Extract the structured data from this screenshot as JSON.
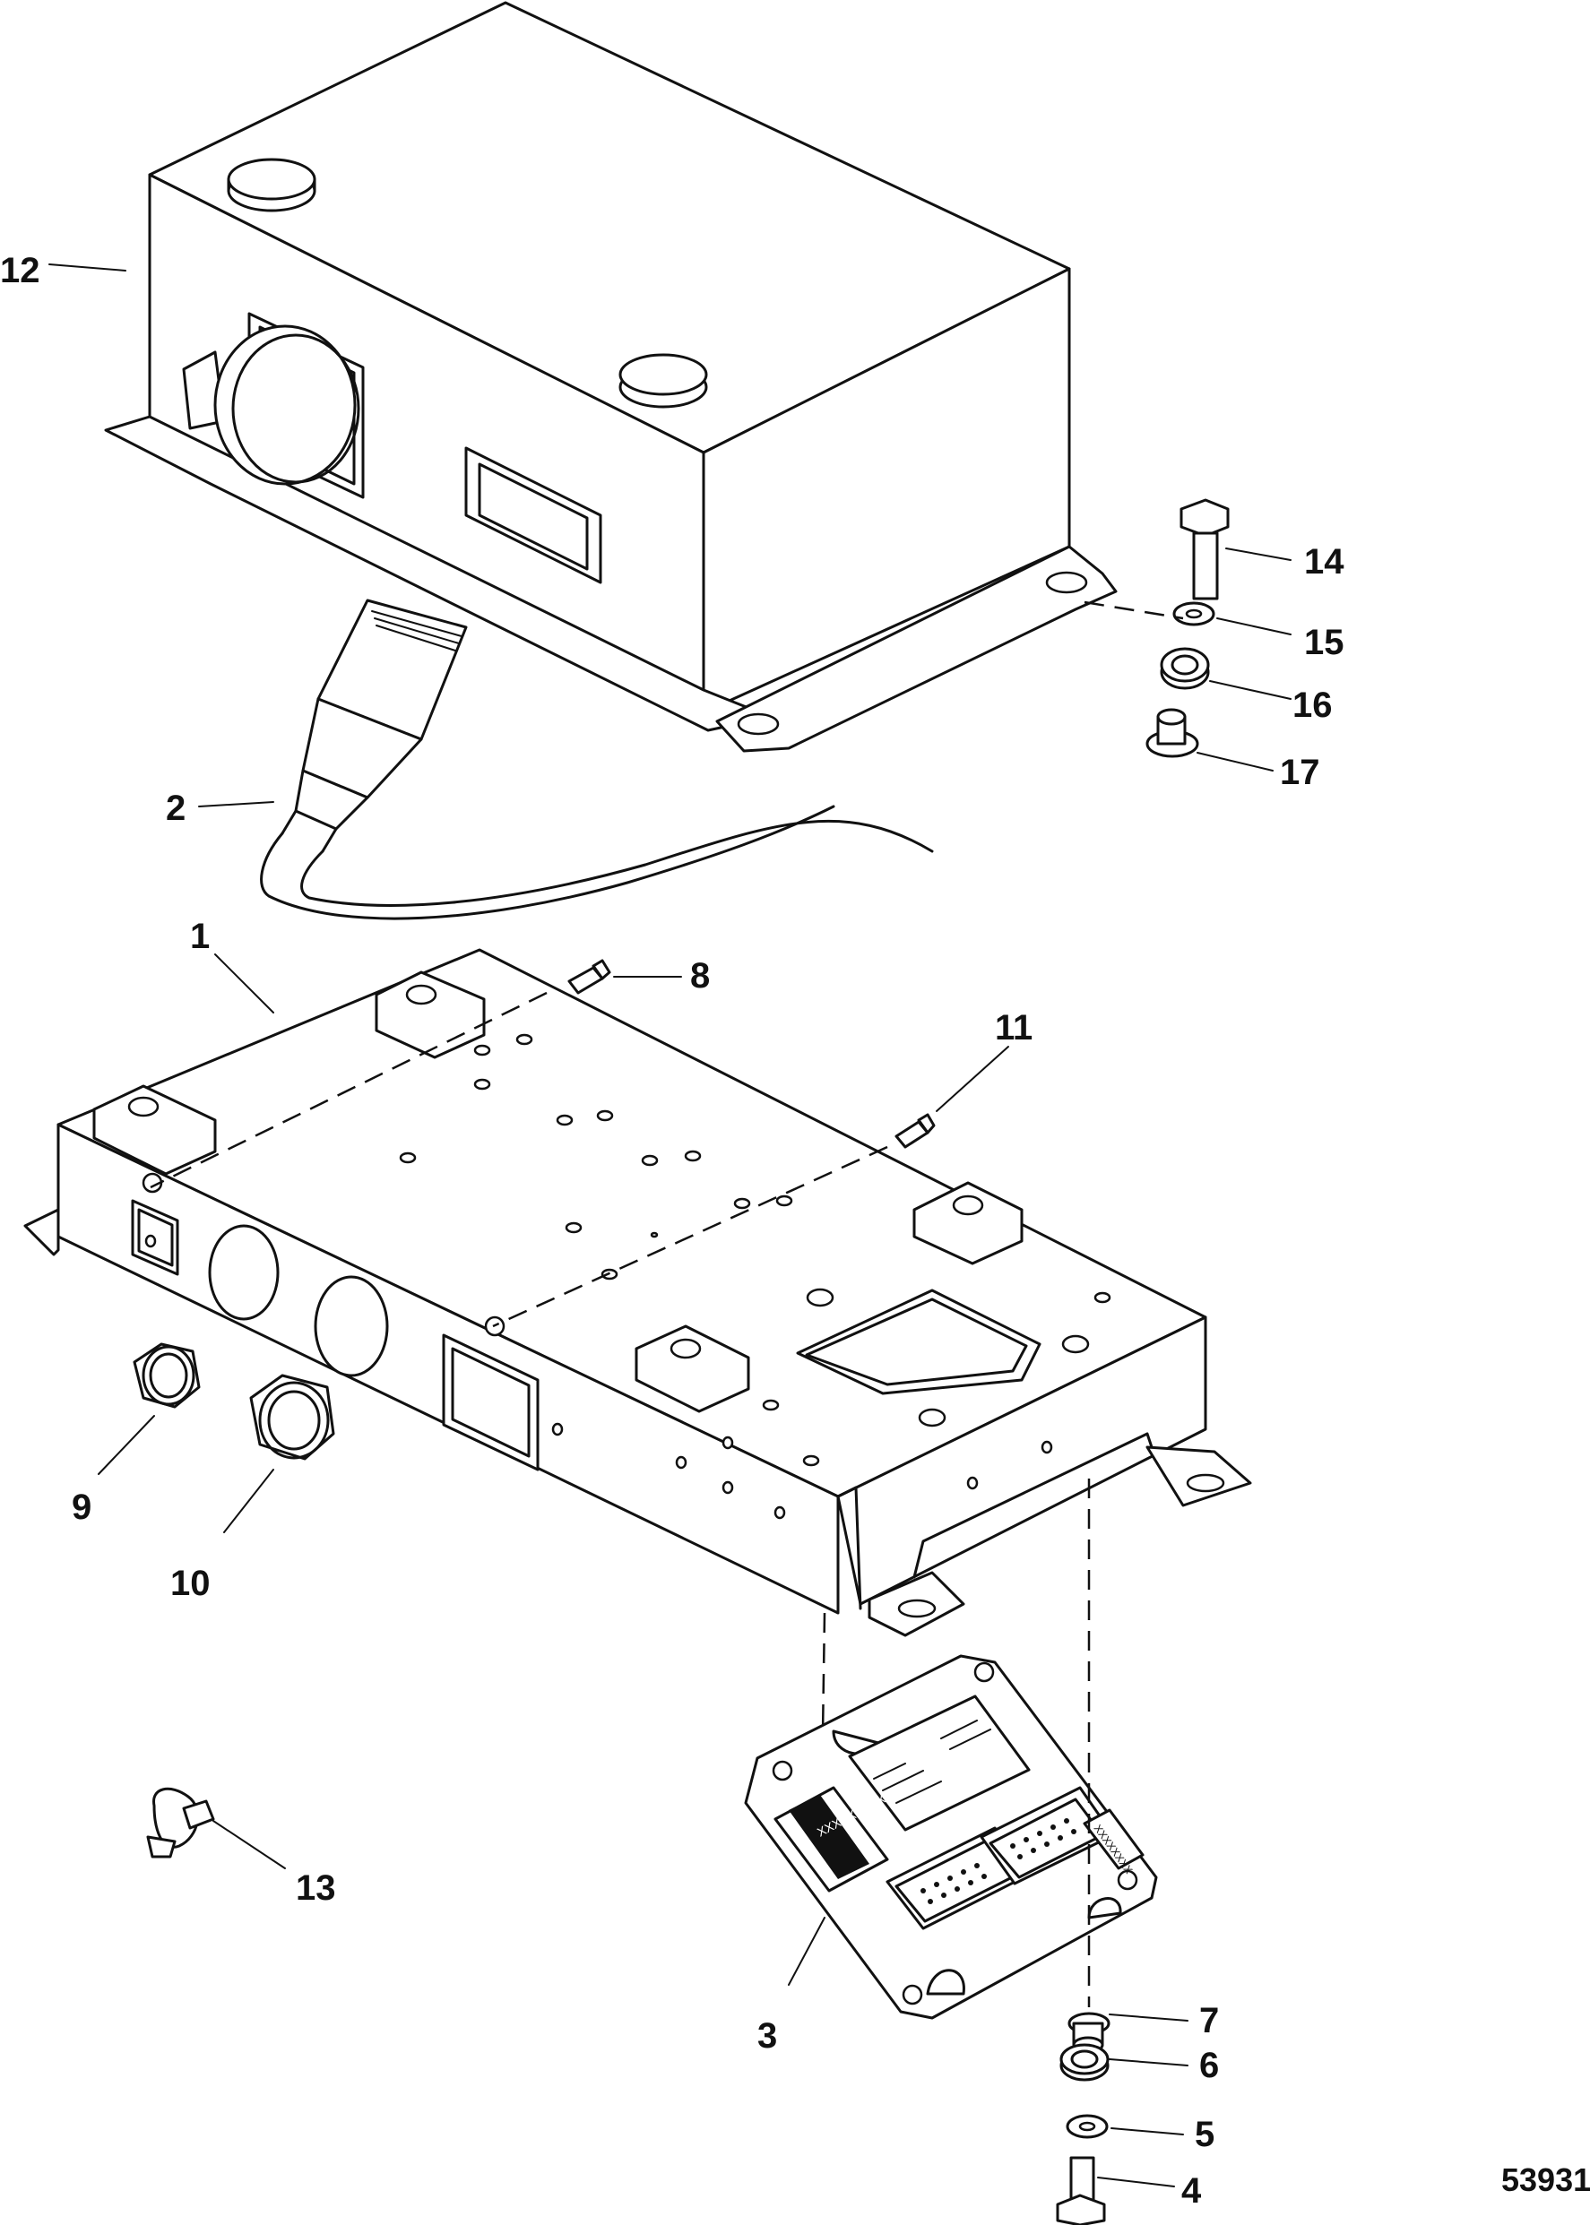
{
  "figure_id": "53931",
  "callouts": [
    {
      "id": "1",
      "label": "1"
    },
    {
      "id": "2",
      "label": "2"
    },
    {
      "id": "3",
      "label": "3"
    },
    {
      "id": "4",
      "label": "4"
    },
    {
      "id": "5",
      "label": "5"
    },
    {
      "id": "6",
      "label": "6"
    },
    {
      "id": "7",
      "label": "7"
    },
    {
      "id": "8",
      "label": "8"
    },
    {
      "id": "9",
      "label": "9"
    },
    {
      "id": "10",
      "label": "10"
    },
    {
      "id": "11",
      "label": "11"
    },
    {
      "id": "12",
      "label": "12"
    },
    {
      "id": "13",
      "label": "13"
    },
    {
      "id": "14",
      "label": "14"
    },
    {
      "id": "15",
      "label": "15"
    },
    {
      "id": "16",
      "label": "16"
    },
    {
      "id": "17",
      "label": "17"
    }
  ],
  "ecm_label_text": "XXXXXXXXXX",
  "ecm_side_text": "XXXXXXXX"
}
